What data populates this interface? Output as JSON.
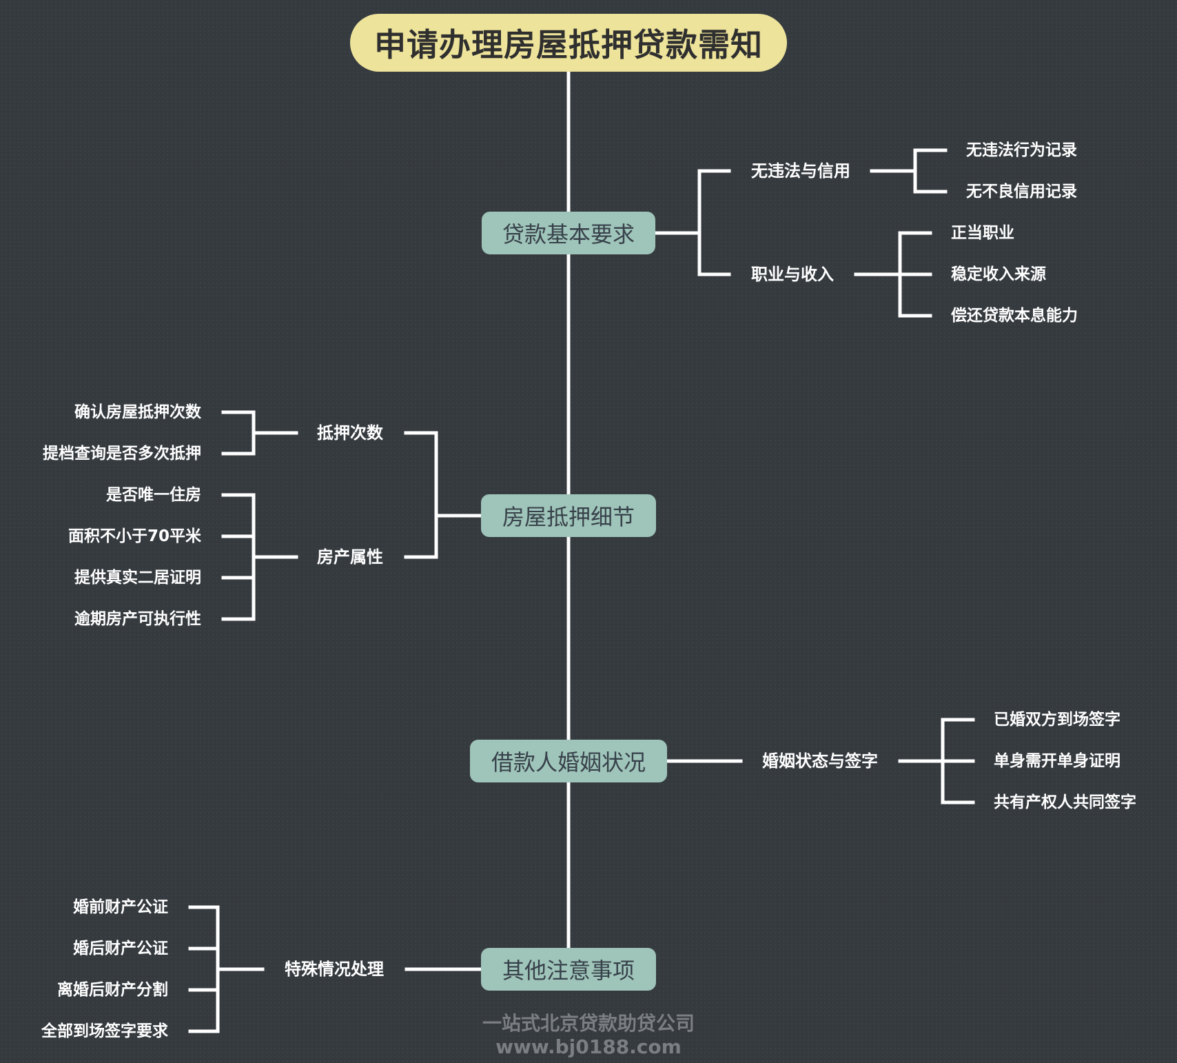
{
  "title": "申请办理房屋抵押贷款需知",
  "branches": [
    {
      "label": "贷款基本要求",
      "groups": [
        {
          "label": "无违法与信用",
          "items": [
            "无违法行为记录",
            "无不良信用记录"
          ]
        },
        {
          "label": "职业与收入",
          "items": [
            "正当职业",
            "稳定收入来源",
            "偿还贷款本息能力"
          ]
        }
      ]
    },
    {
      "label": "房屋抵押细节",
      "groups": [
        {
          "label": "抵押次数",
          "items": [
            "确认房屋抵押次数",
            "提档查询是否多次抵押"
          ]
        },
        {
          "label": "房产属性",
          "items": [
            "是否唯一住房",
            "面积不小于70平米",
            "提供真实二居证明",
            "逾期房产可执行性"
          ]
        }
      ]
    },
    {
      "label": "借款人婚姻状况",
      "groups": [
        {
          "label": "婚姻状态与签字",
          "items": [
            "已婚双方到场签字",
            "单身需开单身证明",
            "共有产权人共同签字"
          ]
        }
      ]
    },
    {
      "label": "其他注意事项",
      "groups": [
        {
          "label": "特殊情况处理",
          "items": [
            "婚前财产公证",
            "婚后财产公证",
            "离婚后财产分割",
            "全部到场签字要求"
          ]
        }
      ]
    }
  ],
  "footer": {
    "line1": "一站式北京贷款助贷公司",
    "line2": "www.bj0188.com"
  },
  "colors": {
    "background": "#353a3f",
    "title_fill": "#ede39a",
    "node_fill": "#9fc4b9",
    "line": "#ffffff",
    "text": "#ffffff"
  }
}
